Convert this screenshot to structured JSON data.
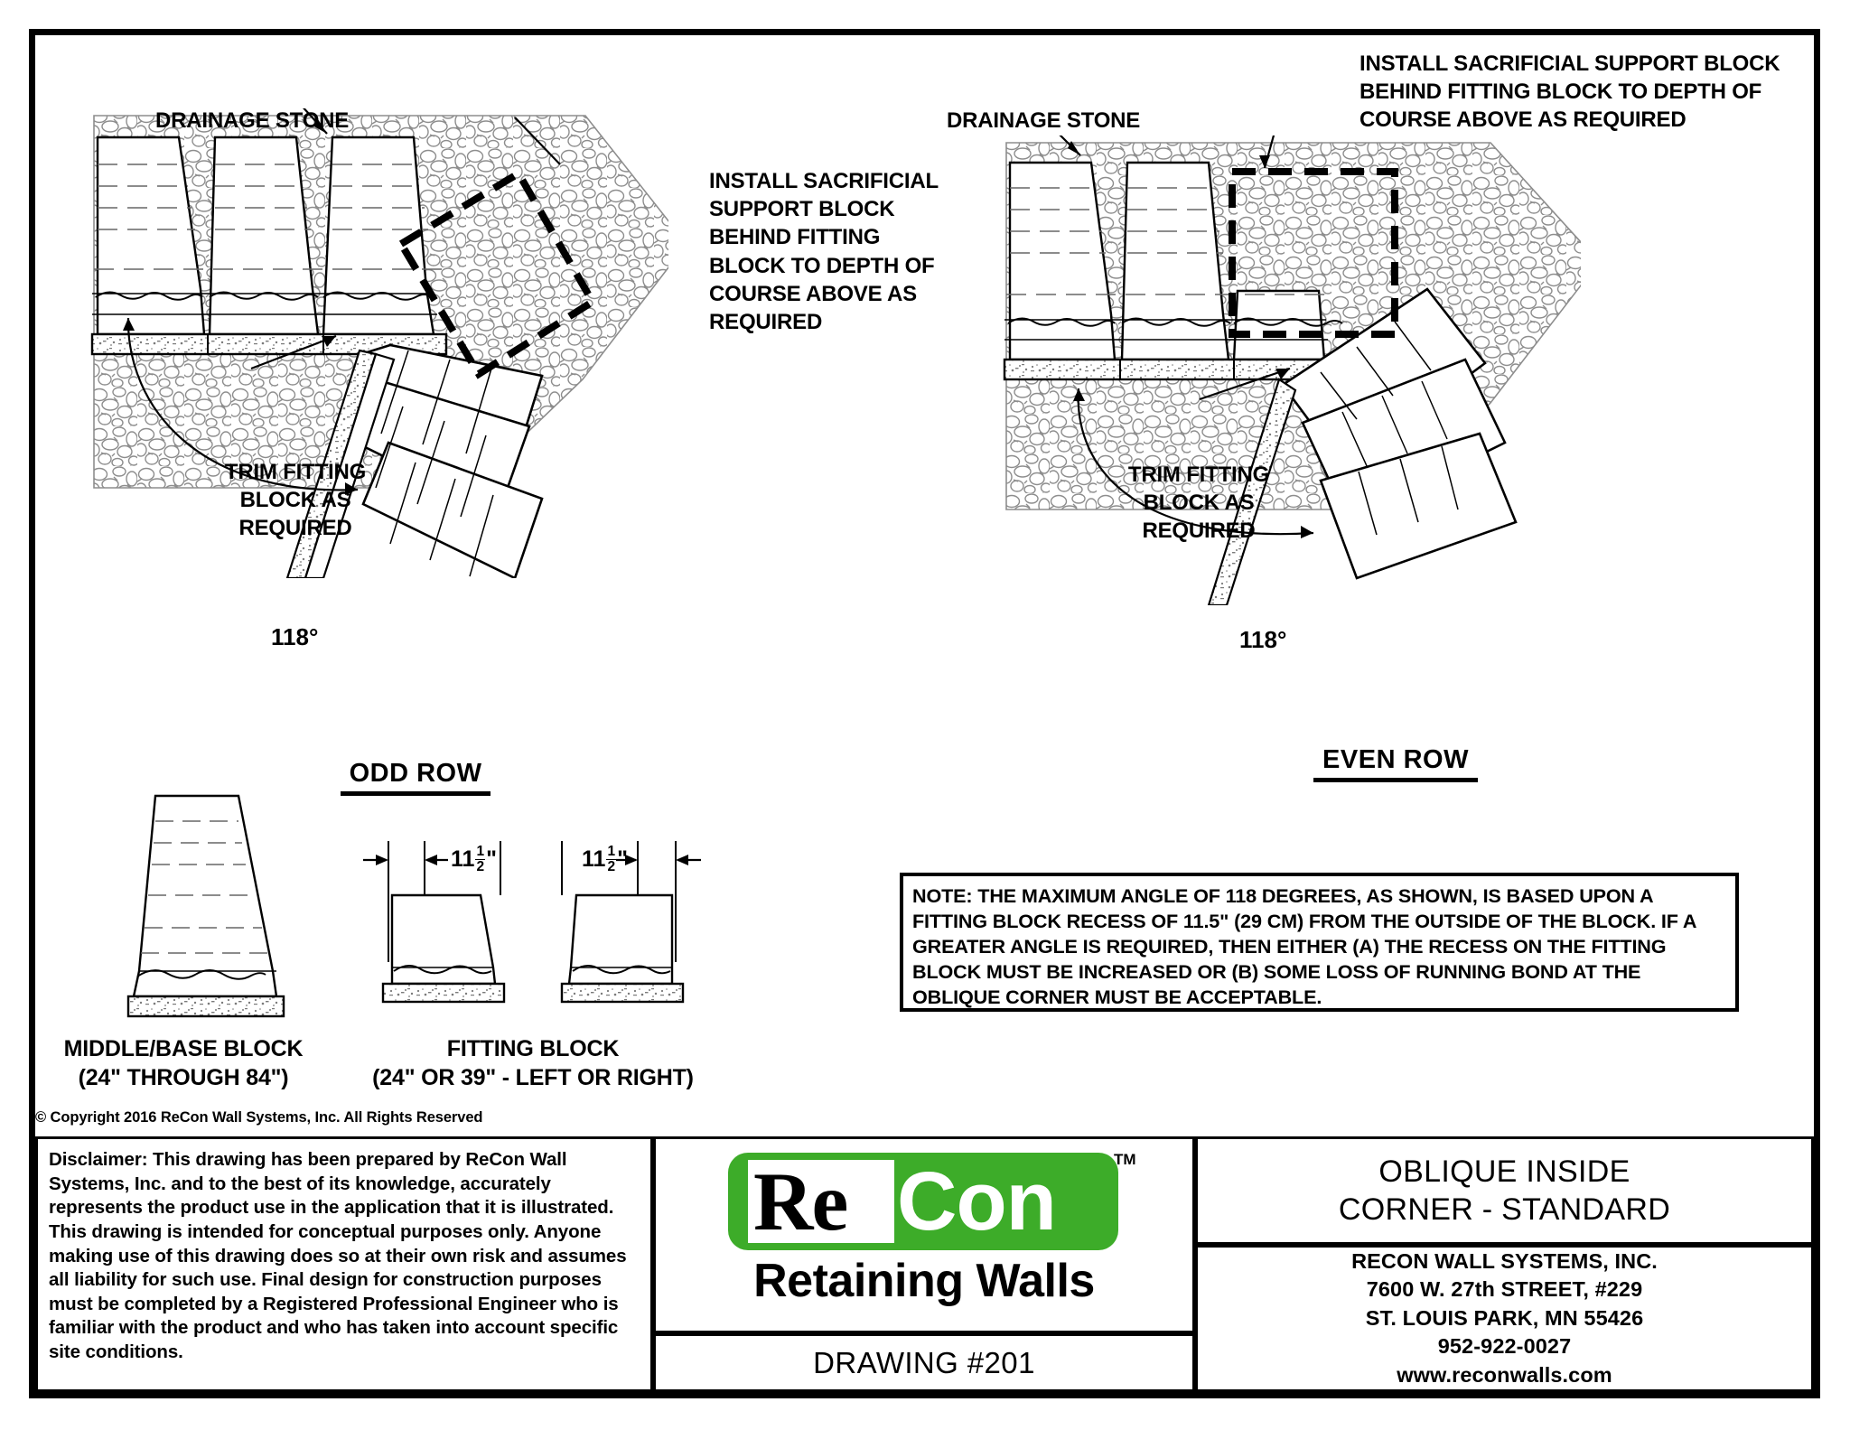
{
  "sheet": {
    "copyright": "© Copyright 2016 ReCon Wall Systems, Inc. All Rights Reserved"
  },
  "diagram_left": {
    "section_title": "ODD ROW",
    "callouts": {
      "drainage_stone": "DRAINAGE STONE",
      "sacrificial_block": "INSTALL SACRIFICIAL\nSUPPORT BLOCK\nBEHIND FITTING\nBLOCK TO DEPTH OF\nCOURSE ABOVE AS\nREQUIRED",
      "trim_fitting": "TRIM FITTING\nBLOCK AS\nREQUIRED",
      "angle": "118°"
    }
  },
  "diagram_right": {
    "section_title": "EVEN ROW",
    "callouts": {
      "drainage_stone": "DRAINAGE STONE",
      "sacrificial_block": "INSTALL SACRIFICIAL SUPPORT BLOCK\nBEHIND FITTING BLOCK TO DEPTH OF\nCOURSE ABOVE AS REQUIRED",
      "trim_fitting": "TRIM FITTING\nBLOCK AS\nREQUIRED",
      "angle": "118°"
    }
  },
  "block_details": {
    "middle_base": {
      "caption": "MIDDLE/BASE BLOCK\n(24\" THROUGH 84\")"
    },
    "fitting": {
      "caption": "FITTING BLOCK\n(24\" OR 39\" - LEFT OR RIGHT)",
      "dimension_left": "11",
      "dimension_left_frac_num": "1",
      "dimension_left_frac_den": "2",
      "dimension_left_unit": "\"",
      "dimension_right": "11",
      "dimension_right_frac_num": "1",
      "dimension_right_frac_den": "2",
      "dimension_right_unit": "\""
    }
  },
  "note": {
    "text": "NOTE: THE MAXIMUM ANGLE OF 118 DEGREES, AS SHOWN, IS BASED UPON A FITTING BLOCK RECESS OF 11.5\" (29 CM) FROM THE OUTSIDE OF THE BLOCK. IF A GREATER ANGLE IS REQUIRED, THEN EITHER (A) THE RECESS ON THE FITTING BLOCK MUST BE INCREASED OR (B) SOME LOSS OF RUNNING BOND AT THE OBLIQUE CORNER MUST BE ACCEPTABLE."
  },
  "title_block": {
    "disclaimer": "Disclaimer: This drawing has been prepared by ReCon Wall Systems, Inc. and to the best of its knowledge, accurately represents the product use in the application that it is illustrated. This drawing is intended for conceptual purposes only. Anyone making use of this drawing does so at their own risk and assumes all liability for such use. Final design for construction purposes must be completed by a Registered Professional Engineer who is familiar with the product and who has taken into account specific site conditions.",
    "logo": {
      "word_re": "Re",
      "word_con": "Con",
      "trademark": "TM",
      "tagline": "Retaining Walls",
      "green": "#3DAC29"
    },
    "drawing_number": "DRAWING #201",
    "title_line_1": "OBLIQUE INSIDE",
    "title_line_2": "CORNER - STANDARD",
    "company": "RECON WALL SYSTEMS, INC.",
    "address_line_1": "7600 W. 27th STREET, #229",
    "address_line_2": "ST. LOUIS PARK, MN 55426",
    "phone": "952-922-0027",
    "website": "www.reconwalls.com"
  }
}
